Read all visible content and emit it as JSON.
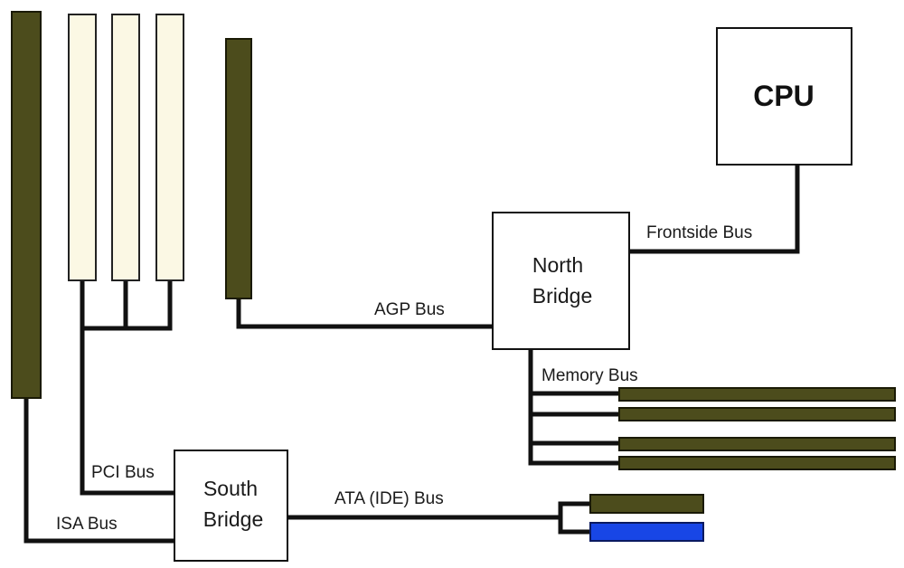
{
  "components": {
    "cpu": "CPU",
    "north_bridge": [
      "North",
      "Bridge"
    ],
    "south_bridge": [
      "South",
      "Bridge"
    ]
  },
  "buses": {
    "frontside": "Frontside Bus",
    "agp": "AGP Bus",
    "memory": "Memory Bus",
    "pci": "PCI Bus",
    "isa": "ISA Bus",
    "ata": "ATA (IDE) Bus"
  },
  "colors": {
    "dark_slot": "#4c4c1c",
    "light_slot": "#fbf8e4",
    "blue_drive": "#1846e6"
  }
}
